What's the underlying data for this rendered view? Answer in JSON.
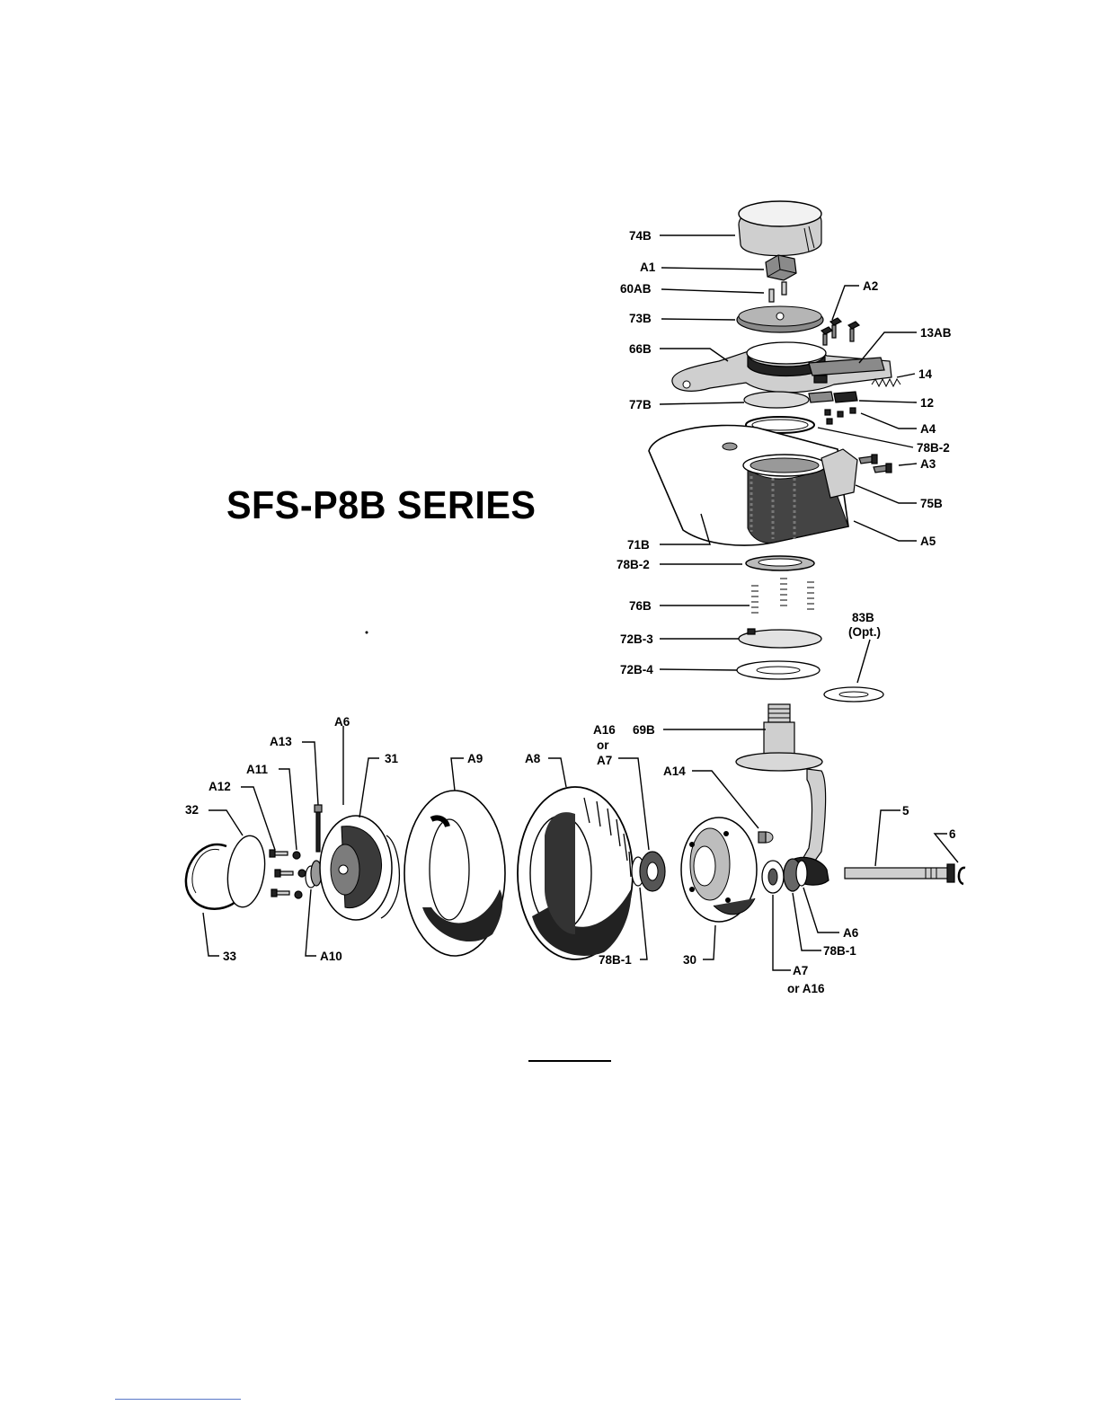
{
  "title": "SFS-P8B SERIES",
  "callouts": {
    "c74B": "74B",
    "cA1": "A1",
    "c60AB": "60AB",
    "cA2": "A2",
    "c73B": "73B",
    "c13AB": "13AB",
    "c66B": "66B",
    "c14": "14",
    "c77B": "77B",
    "c12": "12",
    "cA4": "A4",
    "c78B2a": "78B-2",
    "cA3": "A3",
    "c75B": "75B",
    "c71B": "71B",
    "cA5": "A5",
    "c78B2b": "78B-2",
    "c76B": "76B",
    "c83B": "83B",
    "c83Bopt": "(Opt.)",
    "c72B3": "72B-3",
    "c72B4": "72B-4",
    "c69B": "69B",
    "cA16or": "A16",
    "cOr": "or",
    "cA7top": "A7",
    "cA14": "A14",
    "cA6top": "A6",
    "cA13": "A13",
    "c31": "31",
    "cA9": "A9",
    "cA8": "A8",
    "cA11": "A11",
    "cA12": "A12",
    "c32": "32",
    "c5": "5",
    "c6": "6",
    "c33": "33",
    "cA10": "A10",
    "c78B1left": "78B-1",
    "c30": "30",
    "cA6right": "A6",
    "c78B1right": "78B-1",
    "cA7bottom": "A7",
    "cOrA16": "or A16"
  }
}
